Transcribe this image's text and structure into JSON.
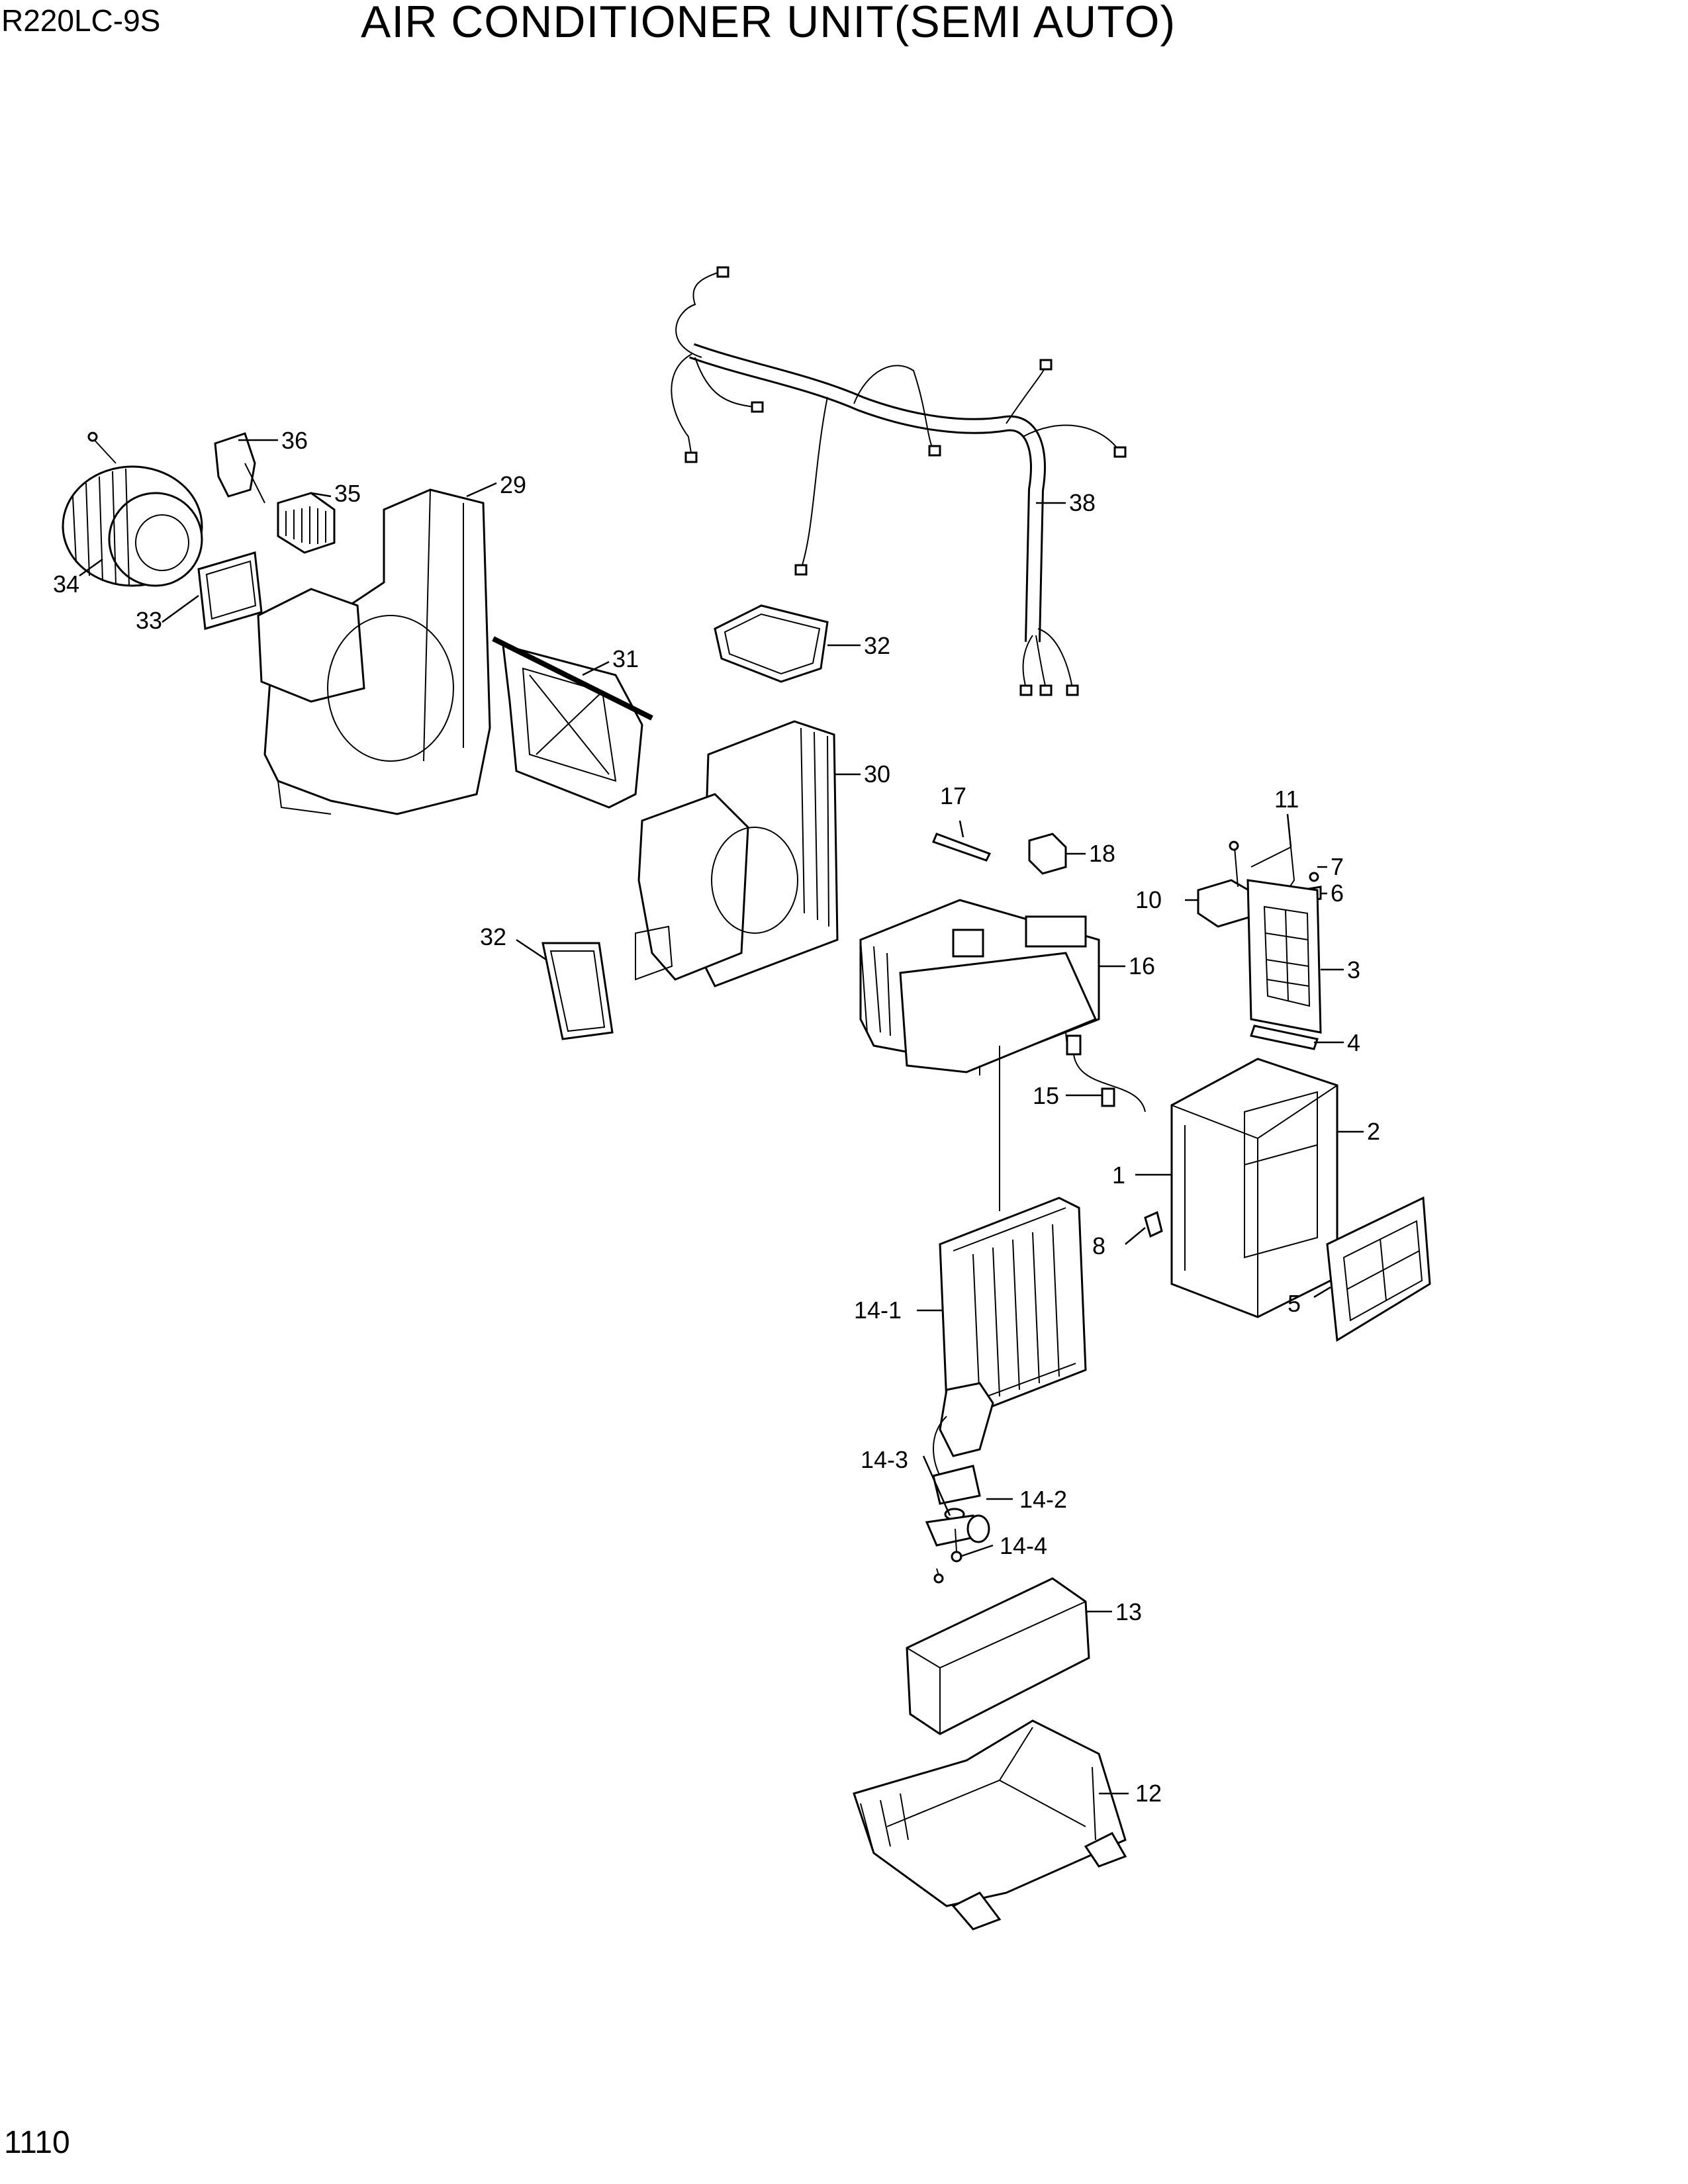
{
  "header": {
    "model": "R220LC-9S",
    "title": "AIR CONDITIONER UNIT(SEMI AUTO)",
    "page_number": "1110"
  },
  "parts": [
    {
      "id": "p1",
      "label": "1"
    },
    {
      "id": "p2",
      "label": "2"
    },
    {
      "id": "p3",
      "label": "3"
    },
    {
      "id": "p4",
      "label": "4"
    },
    {
      "id": "p5",
      "label": "5"
    },
    {
      "id": "p6",
      "label": "6"
    },
    {
      "id": "p7",
      "label": "7"
    },
    {
      "id": "p8",
      "label": "8"
    },
    {
      "id": "p10",
      "label": "10"
    },
    {
      "id": "p11",
      "label": "11"
    },
    {
      "id": "p12",
      "label": "12"
    },
    {
      "id": "p13",
      "label": "13"
    },
    {
      "id": "p14_1",
      "label": "14-1"
    },
    {
      "id": "p14_2",
      "label": "14-2"
    },
    {
      "id": "p14_3",
      "label": "14-3"
    },
    {
      "id": "p14_4",
      "label": "14-4"
    },
    {
      "id": "p15",
      "label": "15"
    },
    {
      "id": "p16",
      "label": "16"
    },
    {
      "id": "p17",
      "label": "17"
    },
    {
      "id": "p18",
      "label": "18"
    },
    {
      "id": "p29",
      "label": "29"
    },
    {
      "id": "p30",
      "label": "30"
    },
    {
      "id": "p31",
      "label": "31"
    },
    {
      "id": "p32a",
      "label": "32"
    },
    {
      "id": "p32b",
      "label": "32"
    },
    {
      "id": "p33",
      "label": "33"
    },
    {
      "id": "p34",
      "label": "34"
    },
    {
      "id": "p35",
      "label": "35"
    },
    {
      "id": "p36",
      "label": "36"
    },
    {
      "id": "p38",
      "label": "38"
    }
  ]
}
